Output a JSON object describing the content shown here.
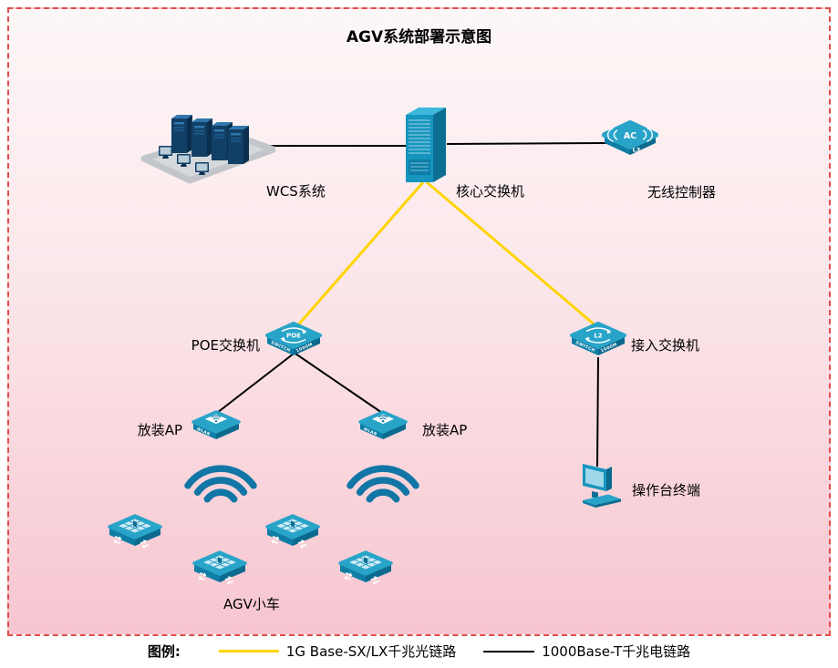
{
  "title": "AGV系统部署示意图",
  "nodes": {
    "wcs": {
      "label": "WCS系统"
    },
    "core": {
      "label": "核心交换机"
    },
    "ac": {
      "label": "无线控制器",
      "badge": "AC",
      "tag": "L3"
    },
    "poe": {
      "label": "POE交换机",
      "badge": "POE",
      "face_left": "SWITCH",
      "face_right": "1000M"
    },
    "access": {
      "label": "接入交换机",
      "badge": "L2",
      "face_left": "SWITCH",
      "face_right": "1000M"
    },
    "ap_left": {
      "label": "放装AP",
      "face": "WLAN"
    },
    "ap_right": {
      "label": "放装AP",
      "face": "WLAN"
    },
    "agv": {
      "label": "AGV小车"
    },
    "terminal": {
      "label": "操作台终端"
    }
  },
  "links": [
    {
      "from": "wcs",
      "to": "core",
      "type": "copper"
    },
    {
      "from": "core",
      "to": "ac",
      "type": "copper"
    },
    {
      "from": "core",
      "to": "poe",
      "type": "fiber"
    },
    {
      "from": "core",
      "to": "access",
      "type": "fiber"
    },
    {
      "from": "poe",
      "to": "ap_left",
      "type": "copper"
    },
    {
      "from": "poe",
      "to": "ap_right",
      "type": "copper"
    },
    {
      "from": "access",
      "to": "terminal",
      "type": "copper"
    }
  ],
  "legend": {
    "title": "图例:",
    "fiber": {
      "label": "1G Base-SX/LX千兆光链路",
      "color": "#FFD400"
    },
    "copper": {
      "label": "1000Base-T千兆电链路",
      "color": "#000000"
    }
  },
  "colors": {
    "device_teal": "#1695BE",
    "background_top": "#FDF7F7",
    "background_bottom": "#F7C6D0",
    "border_red": "#E24C4C"
  }
}
